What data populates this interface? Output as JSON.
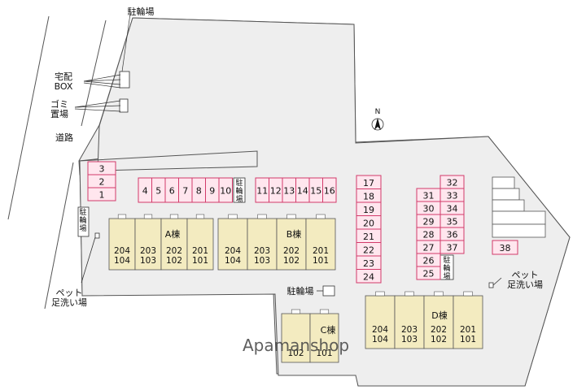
{
  "labels": {
    "bike_top": "駐輪場",
    "delivery_box": "宅配\nBOX",
    "garbage": "ゴミ\n置場",
    "road": "道路",
    "bike_left": "駐\n輪\n場",
    "pet_left": "ペット\n足洗い場",
    "pet_right": "ペット\n足洗い場",
    "bike_mid": "駐輪場",
    "bike_right": "駐\n輪\n場",
    "north": "N",
    "watermark": "Apamanshop"
  },
  "buildings": [
    {
      "name": "A棟",
      "upper": [
        "204",
        "203",
        "202",
        "201"
      ],
      "lower": [
        "104",
        "103",
        "102",
        "101"
      ]
    },
    {
      "name": "B棟",
      "upper": [
        "204",
        "203",
        "202",
        "201"
      ],
      "lower": [
        "104",
        "103",
        "102",
        "101"
      ]
    },
    {
      "name": "C棟",
      "upper": [],
      "lower": [
        "102",
        "101"
      ]
    },
    {
      "name": "D棟",
      "upper": [
        "204",
        "203",
        "202",
        "201"
      ],
      "lower": [
        "104",
        "103",
        "102",
        "101"
      ]
    }
  ],
  "parking": {
    "left_column": [
      "3",
      "2",
      "1"
    ],
    "top_row_a": [
      "4",
      "5",
      "6",
      "7",
      "8",
      "9",
      "10"
    ],
    "top_row_b": [
      "11",
      "12",
      "13",
      "14",
      "15",
      "16"
    ],
    "column_c": [
      "17",
      "18",
      "19",
      "20",
      "21",
      "22",
      "23",
      "24"
    ],
    "column_d_left": [
      "31",
      "30",
      "29",
      "28",
      "27",
      "26",
      "25"
    ],
    "column_d_right": [
      "32",
      "33",
      "34",
      "35",
      "36",
      "37"
    ],
    "single_right": [
      "38"
    ]
  },
  "colors": {
    "parking_fill": "#ffe6ee",
    "parking_stroke": "#d23a6a",
    "building_fill": "#f3ebc0",
    "site_fill": "#eeeeee"
  }
}
